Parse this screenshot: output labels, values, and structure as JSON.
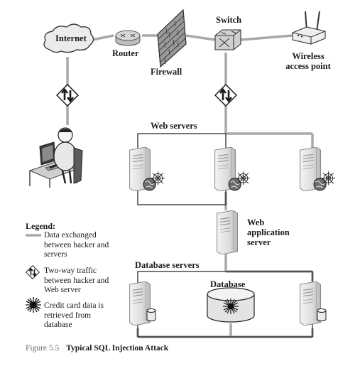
{
  "labels": {
    "internet": "Internet",
    "router": "Router",
    "firewall": "Firewall",
    "switch": "Switch",
    "wireless_access_point": "Wireless access point",
    "web_servers": "Web servers",
    "web_application_server": "Web application server",
    "database_servers": "Database servers",
    "database": "Database"
  },
  "legend": {
    "title": "Legend:",
    "items": [
      {
        "icon": "gray-line",
        "text": "Data exchanged between hacker and servers"
      },
      {
        "icon": "two-way-arrow-diamond",
        "text": "Two-way traffic between hacker and Web server"
      },
      {
        "icon": "starburst",
        "text": "Credit card data is retrieved from database"
      }
    ]
  },
  "caption": {
    "figure_number": "Figure 5.5",
    "title": "Typical SQL Injection Attack"
  },
  "colors": {
    "data_line": "#a8a8a8",
    "box_line": "#1a1a1a",
    "server_fill": "#e2e2e2"
  }
}
